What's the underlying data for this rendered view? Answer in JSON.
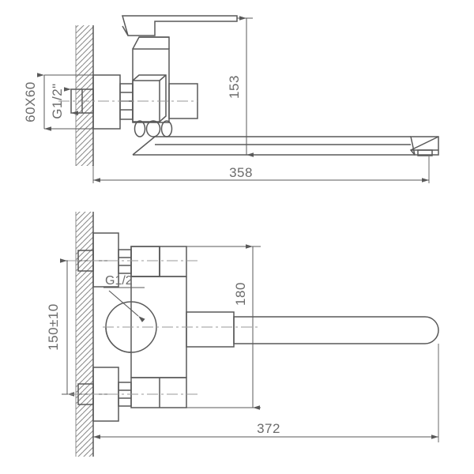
{
  "document": {
    "type": "technical-drawing",
    "subject": "wall-mounted bath mixer faucet with long swivel spout",
    "views": [
      "side-elevation",
      "front-elevation"
    ],
    "line_color": "#595959",
    "text_color": "#6b6b6b",
    "hatch_color": "#8c8c8c",
    "background": "#ffffff"
  },
  "top_view": {
    "name": "side-elevation",
    "dimensions": {
      "flange_size": "60X60",
      "inlet_thread": "G1/2\"",
      "height": "153",
      "spout_reach": "358"
    }
  },
  "bottom_view": {
    "name": "front-elevation",
    "dimensions": {
      "inlet_thread": "G1/2",
      "inlet_spacing": "150±10",
      "body_height": "180",
      "spout_reach": "372"
    }
  },
  "labels": [
    {
      "id": "flange-size",
      "text": "60X60",
      "orientation": "vertical"
    },
    {
      "id": "inlet-thread-top",
      "text": "G1/2\"",
      "orientation": "vertical"
    },
    {
      "id": "height-153",
      "text": "153",
      "orientation": "vertical"
    },
    {
      "id": "reach-358",
      "text": "358",
      "orientation": "horizontal"
    },
    {
      "id": "inlet-thread-bot",
      "text": "G1/2",
      "orientation": "horizontal"
    },
    {
      "id": "spacing-150",
      "text": "150±10",
      "orientation": "vertical"
    },
    {
      "id": "height-180",
      "text": "180",
      "orientation": "vertical"
    },
    {
      "id": "reach-372",
      "text": "372",
      "orientation": "horizontal"
    }
  ]
}
